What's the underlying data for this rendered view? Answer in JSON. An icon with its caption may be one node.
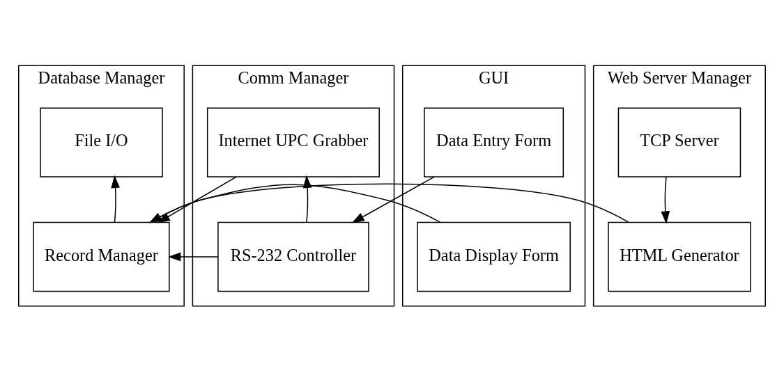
{
  "diagram": {
    "nodes": [
      {
        "text": [
          "Database Manager"
        ]
      },
      {
        "text": [
          "File I/O"
        ],
        "in": 0
      },
      {
        "text": [
          "Record Manager"
        ],
        "in": 0
      },
      {
        "text": [
          "Comm Manager"
        ]
      },
      {
        "text": [
          "Internet UPC Grabber"
        ],
        "in": 3
      },
      {
        "text": [
          "RS-232 Controller"
        ],
        "in": 3
      },
      {
        "text": [
          "GUI"
        ]
      },
      {
        "text": [
          "Data Entry Form"
        ],
        "in": 6
      },
      {
        "text": [
          "Data Display Form"
        ],
        "in": 6
      },
      {
        "text": [
          "Web Server Manager"
        ]
      },
      {
        "text": [
          "TCP Server"
        ],
        "in": 9
      },
      {
        "text": [
          "HTML Generator"
        ],
        "in": 9
      }
    ],
    "edges": [
      {
        "from": 2,
        "to": 1,
        "arrow": "to"
      },
      {
        "from": 4,
        "to": 2,
        "arrow": "to"
      },
      {
        "from": 5,
        "to": 4,
        "arrow": "to"
      },
      {
        "from": 5,
        "to": 2,
        "arrow": "to"
      },
      {
        "from": 7,
        "to": 5,
        "arrow": "to"
      },
      {
        "from": 8,
        "to": 2,
        "arrow": "to"
      },
      {
        "from": 10,
        "to": 11,
        "arrow": "to"
      },
      {
        "from": 11,
        "to": 2,
        "arrow": "to"
      }
    ]
  }
}
